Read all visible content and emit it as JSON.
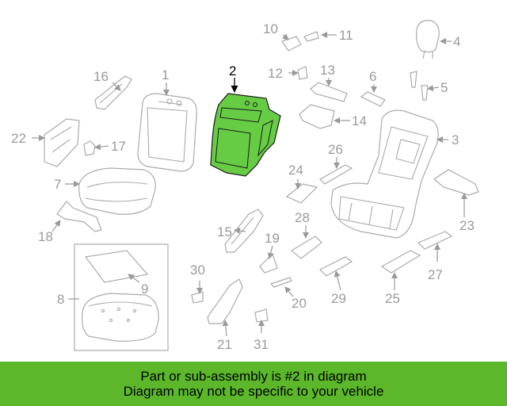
{
  "diagram": {
    "highlight_color": "#66cc44",
    "highlighted_part": "2",
    "callouts": [
      "1",
      "2",
      "3",
      "4",
      "5",
      "6",
      "7",
      "8",
      "9",
      "10",
      "11",
      "12",
      "13",
      "14",
      "15",
      "16",
      "17",
      "18",
      "19",
      "20",
      "21",
      "22",
      "23",
      "24",
      "25",
      "26",
      "27",
      "28",
      "29",
      "30",
      "31"
    ]
  },
  "banner": {
    "line1": "Part or sub-assembly is #2 in diagram",
    "line2": "Diagram may not be specific to your vehicle",
    "background": "#5cb82a"
  }
}
